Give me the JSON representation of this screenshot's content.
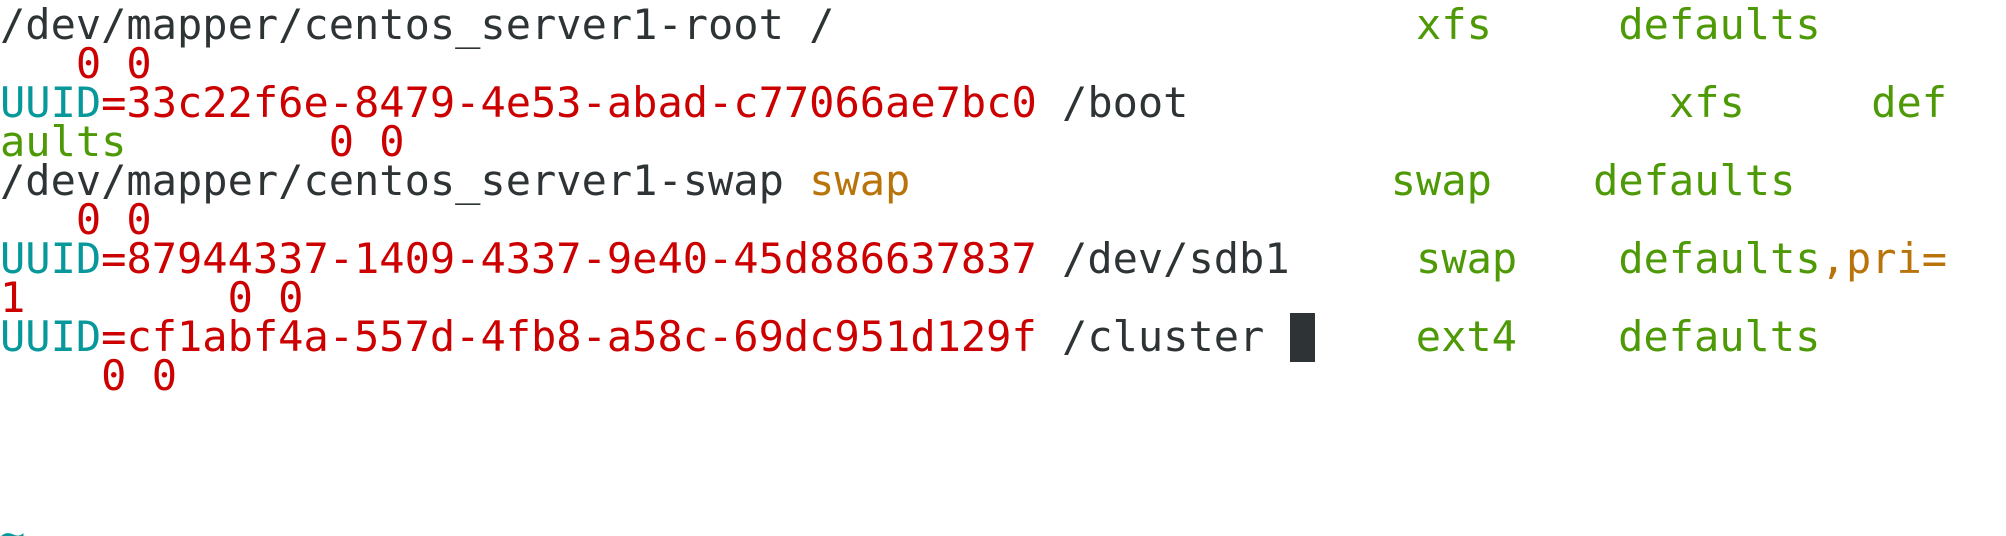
{
  "lines": [
    {
      "segments": [
        {
          "text": "/dev/mapper/centos_server1-root /                       ",
          "color": "default"
        },
        {
          "text": "xfs",
          "color": "green"
        },
        {
          "text": "     ",
          "color": "default"
        },
        {
          "text": "defaults",
          "color": "green"
        }
      ]
    },
    {
      "segments": [
        {
          "text": "   ",
          "color": "default"
        },
        {
          "text": "0 0",
          "color": "red"
        }
      ]
    },
    {
      "segments": [
        {
          "text": "UUID",
          "color": "cyan"
        },
        {
          "text": "=33c22f6e-8479-4e53-abad-c77066ae7bc0",
          "color": "red"
        },
        {
          "text": " /boot                   ",
          "color": "default"
        },
        {
          "text": "xfs",
          "color": "green"
        },
        {
          "text": "     ",
          "color": "default"
        },
        {
          "text": "def",
          "color": "green"
        }
      ]
    },
    {
      "segments": [
        {
          "text": "aults",
          "color": "green"
        },
        {
          "text": "        ",
          "color": "default"
        },
        {
          "text": "0 0",
          "color": "red"
        }
      ]
    },
    {
      "segments": [
        {
          "text": "/dev/mapper/centos_server1-swap ",
          "color": "default"
        },
        {
          "text": "swap",
          "color": "orange"
        },
        {
          "text": "                   ",
          "color": "default"
        },
        {
          "text": "swap",
          "color": "green"
        },
        {
          "text": "    ",
          "color": "default"
        },
        {
          "text": "defaults",
          "color": "green"
        }
      ]
    },
    {
      "segments": [
        {
          "text": "   ",
          "color": "default"
        },
        {
          "text": "0 0",
          "color": "red"
        }
      ]
    },
    {
      "segments": [
        {
          "text": "UUID",
          "color": "cyan"
        },
        {
          "text": "=87944337-1409-4337-9e40-45d886637837",
          "color": "red"
        },
        {
          "text": " /dev/sdb1     ",
          "color": "default"
        },
        {
          "text": "swap",
          "color": "green"
        },
        {
          "text": "    ",
          "color": "default"
        },
        {
          "text": "defaults",
          "color": "green"
        },
        {
          "text": ",pri=",
          "color": "orange"
        }
      ]
    },
    {
      "segments": [
        {
          "text": "1",
          "color": "red"
        },
        {
          "text": "        ",
          "color": "default"
        },
        {
          "text": "0 0",
          "color": "red"
        }
      ]
    },
    {
      "segments": [
        {
          "text": "UUID",
          "color": "cyan"
        },
        {
          "text": "=cf1abf4a-557d-4fb8-a58c-69dc951d129f",
          "color": "red"
        },
        {
          "text": " /cluster ",
          "color": "default"
        },
        {
          "cursor": true
        },
        {
          "text": "    ",
          "color": "default"
        },
        {
          "text": "ext4",
          "color": "green"
        },
        {
          "text": "    ",
          "color": "default"
        },
        {
          "text": "defaults",
          "color": "green"
        }
      ]
    },
    {
      "segments": [
        {
          "text": "    ",
          "color": "default"
        },
        {
          "text": "0 0",
          "color": "red"
        }
      ]
    }
  ],
  "tilde": "~"
}
